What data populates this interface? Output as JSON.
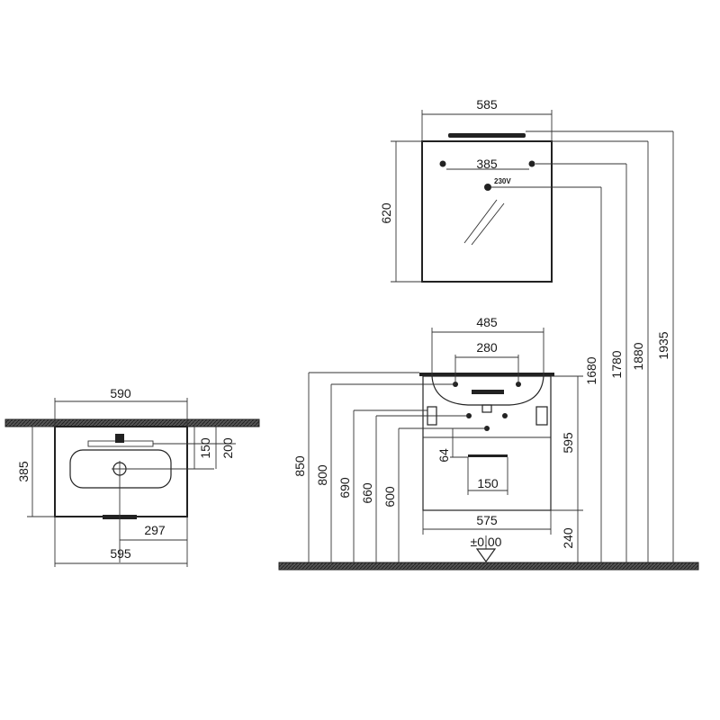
{
  "top_view": {
    "width_top": "590",
    "depth": "385",
    "dim_150": "150",
    "dim_200": "200",
    "dim_297": "297",
    "width_bottom": "595"
  },
  "mirror": {
    "width": "585",
    "height": "620",
    "hole_spacing": "385",
    "power_label": "230V"
  },
  "cabinet": {
    "basin_width": "485",
    "trap_width": "280",
    "height": "595",
    "dim_64": "64",
    "drain_width": "150",
    "body_width": "575",
    "floor_clearance": "240",
    "floor_level": "±0.00"
  },
  "heights": {
    "h850": "850",
    "h800": "800",
    "h690": "690",
    "h660": "660",
    "h600": "600",
    "h1680": "1680",
    "h1780": "1780",
    "h1880": "1880",
    "h1935": "1935"
  }
}
